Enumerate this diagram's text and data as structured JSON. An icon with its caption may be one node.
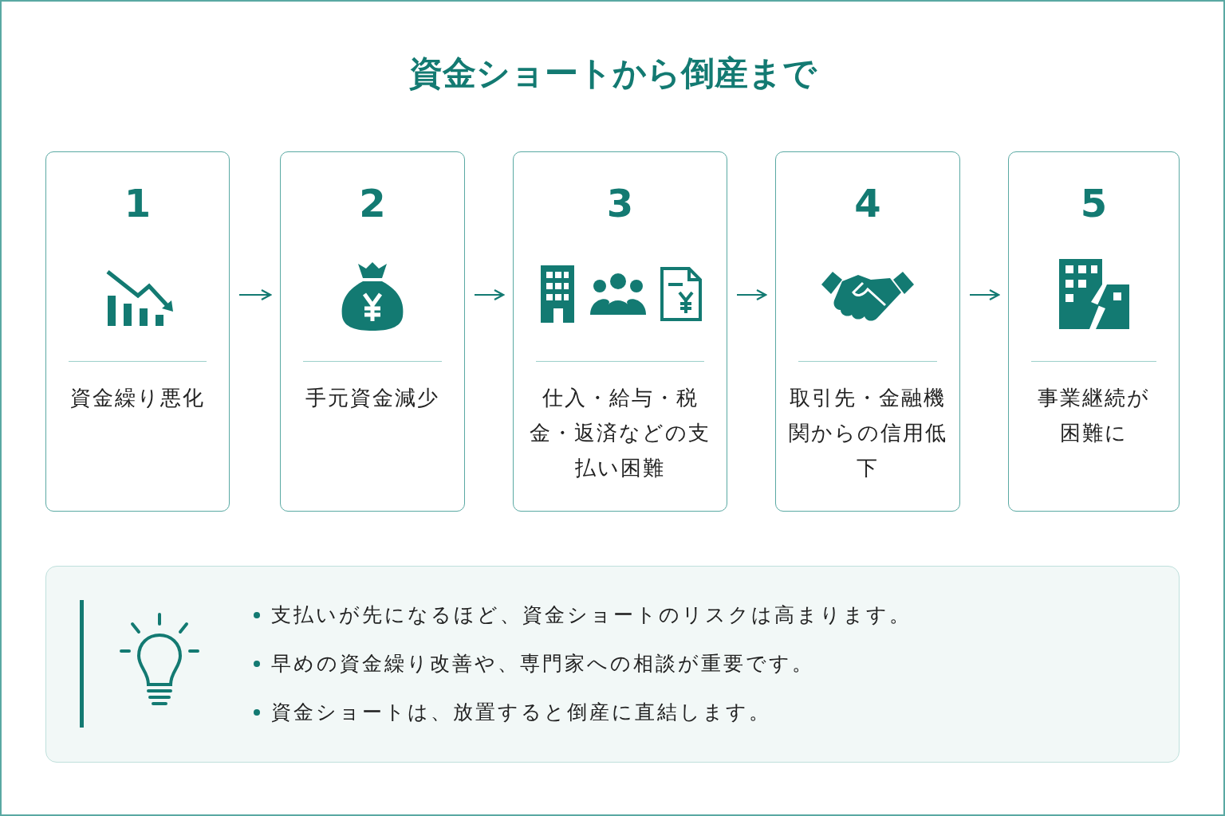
{
  "diagram": {
    "title": "資金ショートから倒産まで",
    "nodes": [
      {
        "text": [
          "1",
          "資金繰り悪化"
        ]
      },
      {
        "text": [
          "2",
          "手元資金減少"
        ]
      },
      {
        "text": [
          "3",
          "仕入・給与・税金・返済などの支払い困難"
        ]
      },
      {
        "text": [
          "4",
          "取引先・金融機関からの信用低下"
        ]
      },
      {
        "text": [
          "5",
          "事業継続が困難に"
        ]
      },
      {
        "text": [
          "支払いが先になるほど、資金ショートのリスクは高まります。",
          "早めの資金繰り改善や、専門家への相談が重要です。",
          "資金ショートは、放置すると倒産に直結します。"
        ]
      }
    ],
    "edges": [
      {
        "from": 0,
        "to": 1,
        "arrow": "to"
      },
      {
        "from": 1,
        "to": 2,
        "arrow": "to"
      },
      {
        "from": 2,
        "to": 3,
        "arrow": "to"
      },
      {
        "from": 3,
        "to": 4,
        "arrow": "to"
      }
    ]
  }
}
